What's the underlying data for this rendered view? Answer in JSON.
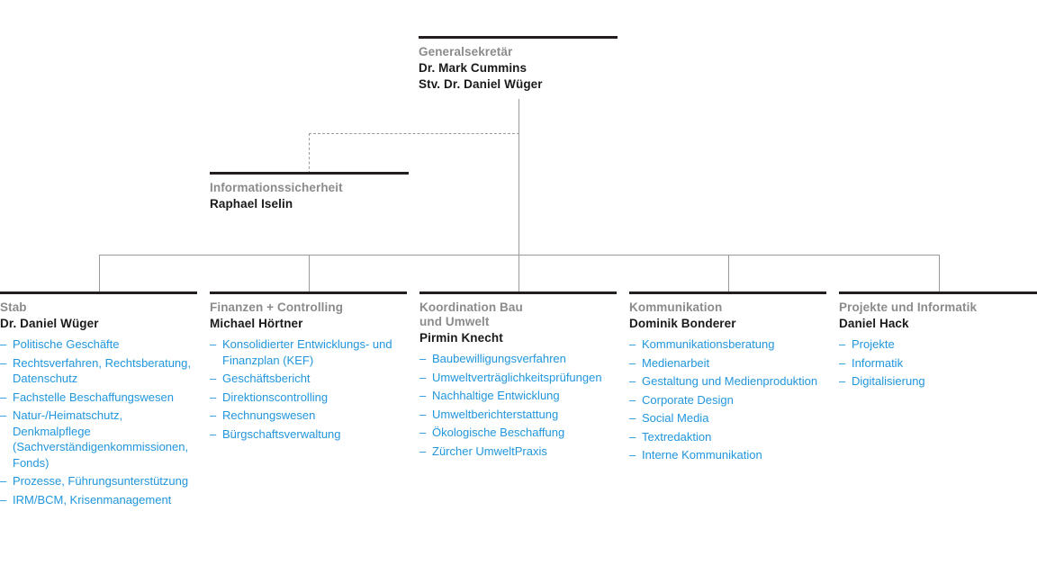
{
  "org": {
    "top": {
      "unit": "Generalsekretär",
      "person": "Dr. Mark Cummins",
      "person_sub": "Stv. Dr. Daniel Wüger"
    },
    "staff_unit": {
      "unit": "Informationssicherheit",
      "person": "Raphael Iselin"
    },
    "departments": [
      {
        "unit": "Stab",
        "person": "Dr. Daniel Wüger",
        "tasks": [
          "Politische Geschäfte",
          "Rechtsverfahren, Rechtsberatung, Datenschutz",
          "Fachstelle Beschaffungswesen",
          "Natur-/Heimatschutz, Denkmalpflege (Sachverständigenkommissionen, Fonds)",
          "Prozesse, Führungsunterstützung",
          "IRM/BCM, Krisenmanagement"
        ]
      },
      {
        "unit": "Finanzen + Controlling",
        "person": "Michael Hörtner",
        "tasks": [
          "Konsolidierter Entwicklungs- und Finanzplan (KEF)",
          "Geschäftsbericht",
          "Direktionscontrolling",
          "Rechnungswesen",
          "Bürgschaftsverwaltung"
        ]
      },
      {
        "unit": "Koordination Bau",
        "unit_sub": "und Umwelt",
        "person": "Pirmin Knecht",
        "tasks": [
          "Baubewilligungsverfahren",
          "Umweltverträglichkeitsprüfungen",
          "Nachhaltige Entwicklung",
          "Umweltberichterstattung",
          "Ökologische Beschaffung",
          "Zürcher UmweltPraxis"
        ]
      },
      {
        "unit": "Kommunikation",
        "person": "Dominik Bonderer",
        "tasks": [
          "Kommunikationsberatung",
          "Medienarbeit",
          "Gestaltung und Medienproduktion",
          "Corporate Design",
          "Social Media",
          "Textredaktion",
          "Interne Kommunikation"
        ]
      },
      {
        "unit": "Projekte und Informatik",
        "person": "Daniel Hack",
        "tasks": [
          "Projekte",
          "Informatik",
          "Digitalisierung"
        ]
      }
    ],
    "bullet": "–",
    "colors": {
      "rule": "#231f20",
      "unit_label": "#8b8b8b",
      "person_label": "#1a1a1a",
      "task_link": "#2196dd",
      "connector": "#9a9a9a"
    }
  }
}
